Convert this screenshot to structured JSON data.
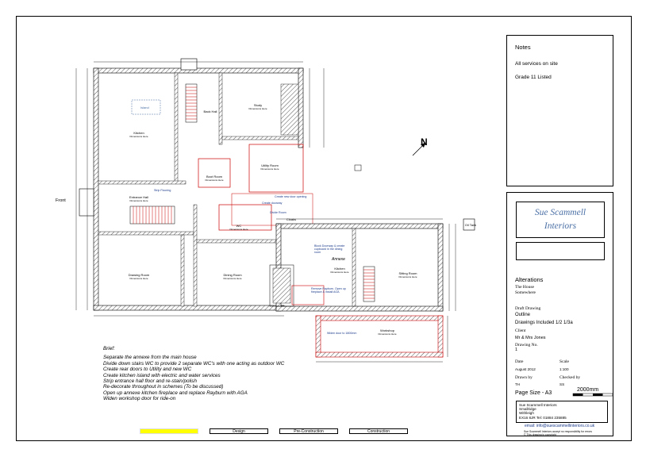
{
  "notes": {
    "title": "Notes",
    "line1": "All services on site",
    "line2": "Grade 11 Listed"
  },
  "company": {
    "line1": "Sue Scammell",
    "line2": "Interiors"
  },
  "titleblock": {
    "title": "Alterations",
    "address1": "The House",
    "address2": "Somewhere",
    "drawing_type_label": "Draft Drawing",
    "drawing_type_value": "Outline",
    "included": "Drawings Included 1/2 1/3a",
    "client_label": "Client",
    "client_value": "Mr & Mrs Jones",
    "drawing_no_label": "Drawing No.",
    "drawing_no_value": "1",
    "date_label": "Date",
    "date_value": "August 2012",
    "scale_label": "Scale",
    "scale_value": "1:100",
    "drawn_by_label": "Drawn by",
    "drawn_by_value": "TH",
    "checked_by_label": "Checked by",
    "checked_by_value": "SS",
    "page_size": "Page Size - A3",
    "scale_bar": "2000mm",
    "addr1": "Sue Scammell Interiors",
    "addr2": "Smallridge",
    "addr3": "Withleigh",
    "addr4": "EX16 8JR  Tel: 01884 235885",
    "email": "email: info@suescammellinteriors.co.uk",
    "foot1": "Sue Scammell Interiors accept no responsibility for errors",
    "foot2": "© This drawing is copyright"
  },
  "stages": {
    "design": "Design",
    "pre": "Pre-Construction",
    "construction": "Construction",
    "active_color": "#ffff00"
  },
  "brief": {
    "title": "Brief:",
    "items": [
      "Separate the annexe from the main house",
      "Divide down stairs WC to provide 2 separate WC's with one acting as outdoor WC",
      "Create rear doors to Utility and new WC",
      "Create kitchen island with electric and water services",
      "Strip entrance hall floor and re-stain/polish",
      "Re-decorate throughout in schemes (To be discussed)",
      "Open up annexe kitchen fireplace and replace Rayburn with AGA",
      "Widen workshop door for ride-on"
    ]
  },
  "plan": {
    "north": "N",
    "front": "Front",
    "oil_tank": "Oil Tank",
    "island": "Island",
    "rooms": {
      "kitchen": "Kitchen",
      "study": "Study",
      "back_hall": "Back Hall",
      "utility": "Utility Room",
      "boot_room": "Boot Room",
      "entrance_hall": "Entrance Hall",
      "wc": "WC",
      "cloaks": "Cloaks",
      "drawing": "Drawing Room",
      "dining": "Dining Room",
      "annexe": "Annexe",
      "annexe_kitchen": "Kitchen",
      "sitting": "Sitting Room",
      "workshop": "Workshop"
    },
    "sub_label": "Dimensions Here",
    "notes": {
      "strip": "Strip Flooring",
      "new_door": "Create new door opening",
      "doorway": "Create doorway",
      "divider": "Divide Room",
      "block": "Block Doorway & create cupboard in the dining room",
      "rayburn": "Remove Rayburn. Open up fireplace & install AGA",
      "widen": "Widen door to 1800mm"
    }
  }
}
